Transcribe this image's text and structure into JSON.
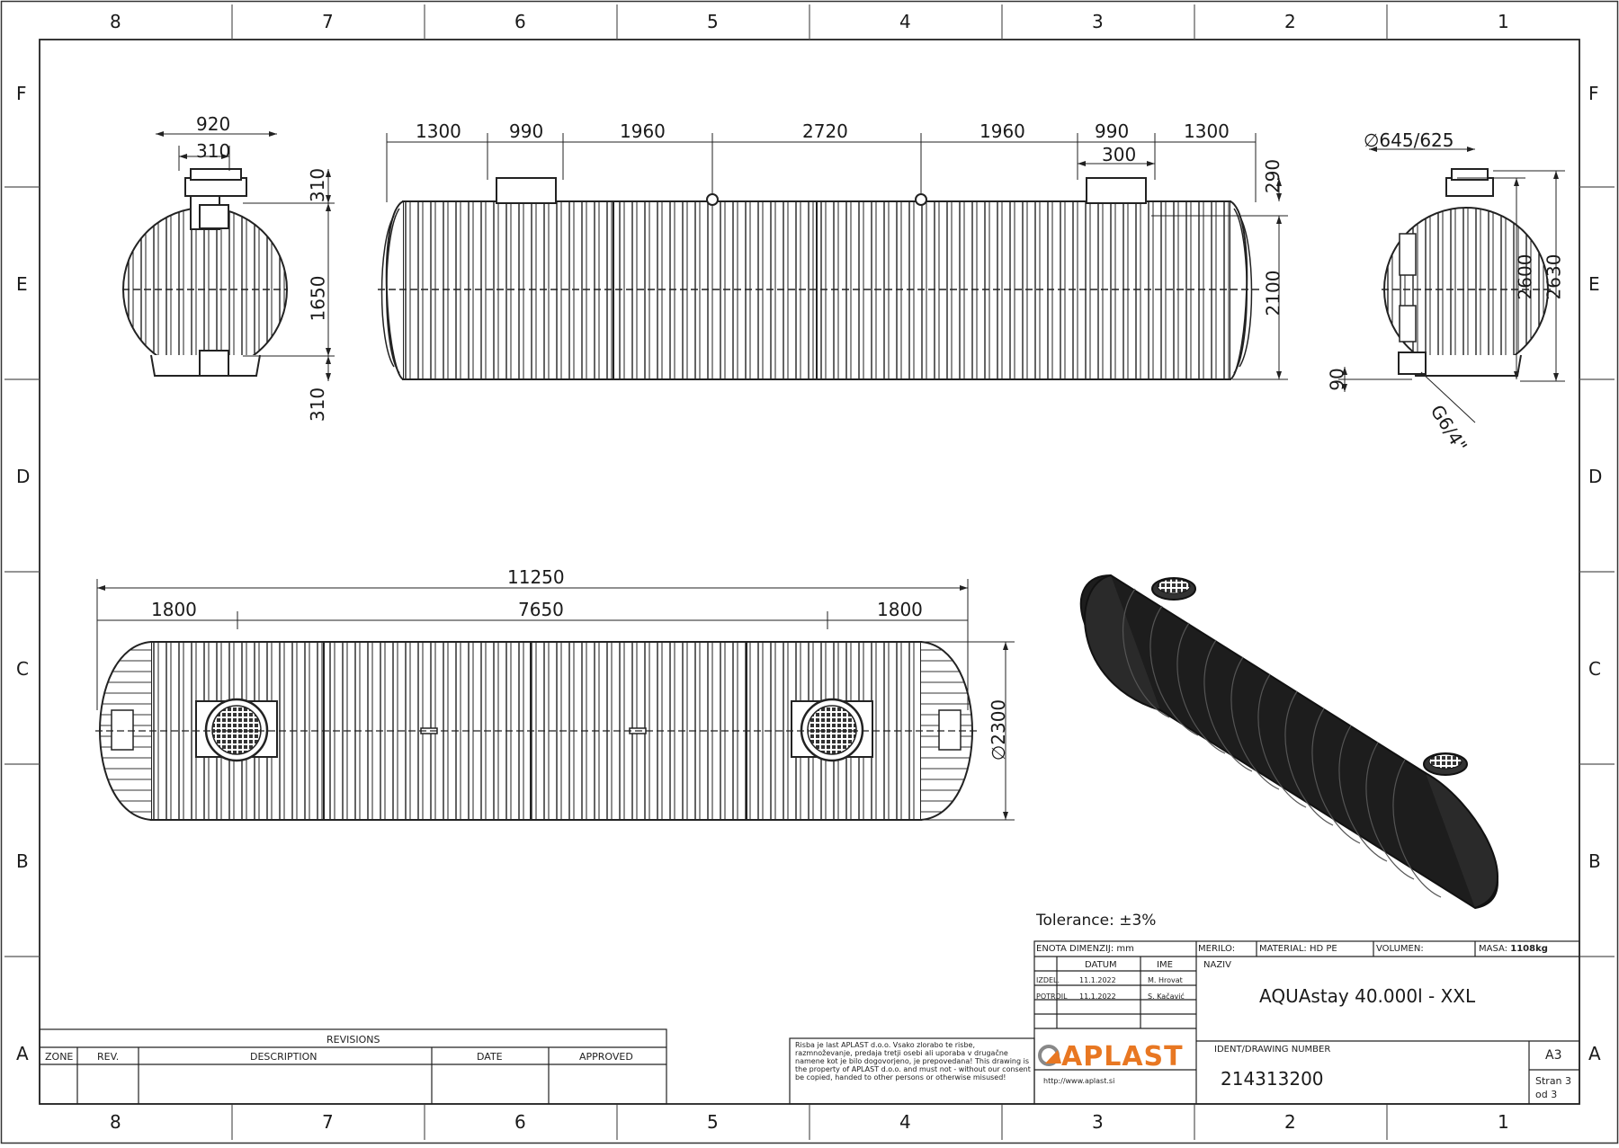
{
  "frame": {
    "columns": [
      "8",
      "7",
      "6",
      "5",
      "4",
      "3",
      "2",
      "1"
    ],
    "rows": [
      "F",
      "E",
      "D",
      "C",
      "B",
      "A"
    ]
  },
  "front_view": {
    "dims": {
      "width_outer": "920",
      "width_inner": "310",
      "top": "310",
      "mid": "1650",
      "bottom": "310"
    }
  },
  "side_view": {
    "dims": [
      "1300",
      "990",
      "1960",
      "2720",
      "1960",
      "990",
      "1300"
    ],
    "manhole": "300",
    "neck": "290",
    "height": "2100"
  },
  "end_view": {
    "diameter": "∅645/625",
    "h1": "2600",
    "h2": "2630",
    "base": "90",
    "thread": "G6/4\""
  },
  "top_view": {
    "total": "11250",
    "left": "1800",
    "middle": "7650",
    "right": "1800",
    "diameter": "∅2300"
  },
  "tolerance": "Tolerance: ±3%",
  "title_block": {
    "unit_label": "ENOTA DIMENZIJ:",
    "unit": "mm",
    "scale_label": "MERILO:",
    "material_label": "MATERIAL:",
    "material": "HD PE",
    "volume_label": "VOLUMEN:",
    "mass_label": "MASA:",
    "mass": "1108kg",
    "date_header": "DATUM",
    "name_header": "IME",
    "title_label": "NAZIV",
    "drawn_label": "IZDEL.",
    "drawn_date": "11.1.2022",
    "drawn_name": "M. Hrovat",
    "approved_label": "POTRDIL",
    "approved_date": "11.1.2022",
    "approved_name": "S. Kačavić",
    "title": "AQUAstay 40.000l - XXL",
    "legal": "Risba je last APLAST d.o.o. Vsako zlorabo te risbe, razmnoževanje, predaja tretji osebi ali uporaba v drugačne namene kot je bilo dogovorjeno, je prepovedana! This drawing is the property of APLAST d.o.o. and must not - without our consent be copied, handed to other persons or otherwise misused!",
    "logo_text": "APLAST",
    "url": "http://www.aplast.si",
    "ident_label": "IDENT/DRAWING NUMBER",
    "ident": "214313200",
    "format": "A3",
    "page": "Stran 3",
    "of": "od 3"
  },
  "revisions": {
    "title": "REVISIONS",
    "headers": [
      "ZONE",
      "REV.",
      "DESCRIPTION",
      "DATE",
      "APPROVED"
    ]
  }
}
